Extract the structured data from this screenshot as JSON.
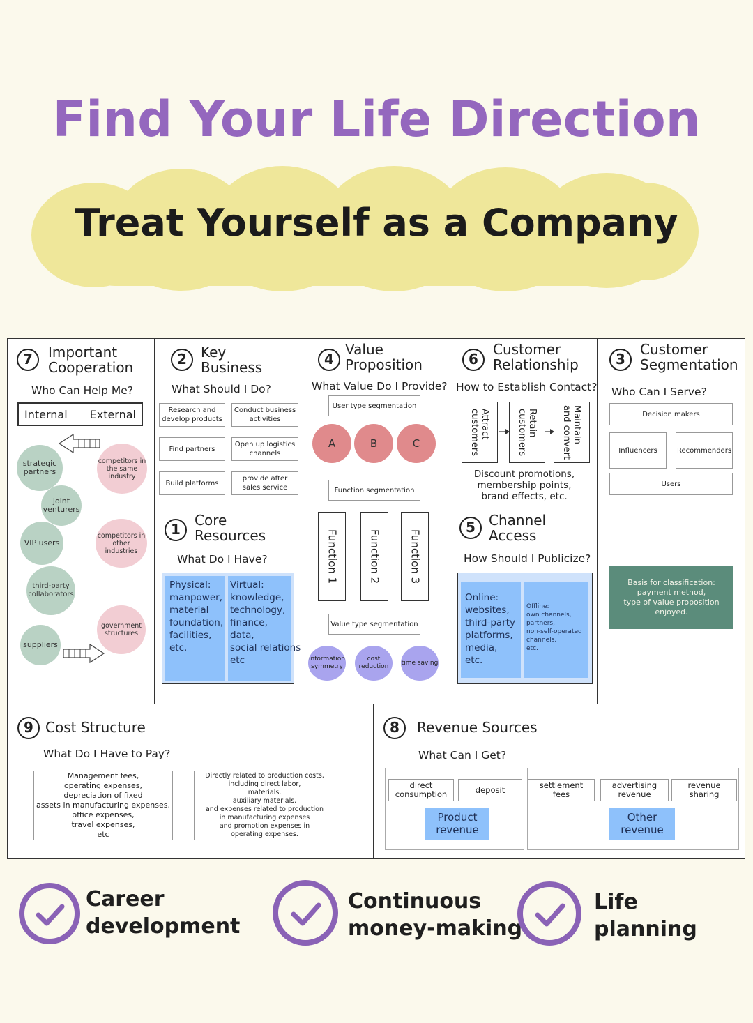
{
  "header": {
    "title": "Find Your Life Direction",
    "subtitle": "Treat Yourself as a Company"
  },
  "colors": {
    "title": "#9467be",
    "cloud": "#efe79a",
    "accent_blue": "#8ec1fb",
    "green": "#b9d2c4",
    "pink": "#f2cdd3",
    "red": "#e08a8c",
    "lavender": "#a9a4ee",
    "teal": "#5b8c7b"
  },
  "cooperation": {
    "number": "7",
    "title": "Important\nCooperation",
    "question": "Who Can Help Me?",
    "internal": "Internal",
    "external": "External",
    "internal_items": [
      "strategic partners",
      "joint venturers",
      "VIP users",
      "third-party collaborators",
      "suppliers"
    ],
    "external_items": [
      "competitors in the same industry",
      "competitors in other industries",
      "government structures"
    ]
  },
  "key_business": {
    "number": "2",
    "title": "Key\nBusiness",
    "question": "What Should I Do?",
    "items": [
      "Research and develop products",
      "Conduct business activities",
      "Find partners",
      "Open up logistics channels",
      "Build platforms",
      "provide after sales service"
    ]
  },
  "core_resources": {
    "number": "1",
    "title": "Core\nResources",
    "question": "What Do I Have?",
    "physical": "Physical:\nmanpower,\nmaterial\nfoundation,\nfacilities,\netc.",
    "virtual": "Virtual:\nknowledge,\ntechnology,\nfinance,\ndata,\nsocial relations\netc"
  },
  "value_proposition": {
    "number": "4",
    "title": "Value\nProposition",
    "question": "What Value Do I Provide?",
    "user_seg": "User type segmentation",
    "user_types": [
      "A",
      "B",
      "C"
    ],
    "func_seg": "Function segmentation",
    "functions": [
      "Function 1",
      "Function 2",
      "Function 3"
    ],
    "value_seg": "Value type segmentation",
    "value_types": [
      "information symmetry",
      "cost reduction",
      "time saving"
    ]
  },
  "customer_relationship": {
    "number": "6",
    "title": "Customer\nRelationship",
    "question": "How to Establish Contact?",
    "stages": [
      "Attract\ncustomers",
      "Retain\ncustomers",
      "Maintain\nand convert"
    ],
    "note": "Discount promotions,\nmembership points,\nbrand effects, etc."
  },
  "channel_access": {
    "number": "5",
    "title": "Channel\nAccess",
    "question": "How Should I Publicize?",
    "online": "Online:\nwebsites,\nthird-party\nplatforms,\nmedia,\netc.",
    "offline": "Offline:\nown channels,\npartners,\nnon-self-operated\nchannels,\netc."
  },
  "customer_segmentation": {
    "number": "3",
    "title": "Customer\nSegmentation",
    "question": "Who Can I Serve?",
    "items": [
      "Decision makers",
      "Influencers",
      "Recommenders",
      "Users"
    ],
    "basis": "Basis for classification:\npayment method,\ntype of value proposition\nenjoyed."
  },
  "cost_structure": {
    "number": "9",
    "title": "Cost Structure",
    "question": "What Do I Have to Pay?",
    "fixed": "Management fees,\noperating expenses,\ndepreciation of fixed\nassets in manufacturing expenses,\noffice expenses,\ntravel expenses,\netc",
    "direct": "Directly related to production costs,\nincluding direct labor,\nmaterials,\nauxiliary materials,\nand expenses related to production\nin manufacturing expenses\nand promotion expenses in\noperating expenses."
  },
  "revenue_sources": {
    "number": "8",
    "title": "Revenue Sources",
    "question": "What Can I Get?",
    "product_items": [
      "direct\nconsumption",
      "deposit"
    ],
    "product_label": "Product\nrevenue",
    "other_items": [
      "settlement\nfees",
      "advertising\nrevenue",
      "revenue\nsharing"
    ],
    "other_label": "Other\nrevenue"
  },
  "footer": {
    "items": [
      "Career\ndevelopment",
      "Continuous\nmoney-making",
      "Life\nplanning"
    ]
  }
}
